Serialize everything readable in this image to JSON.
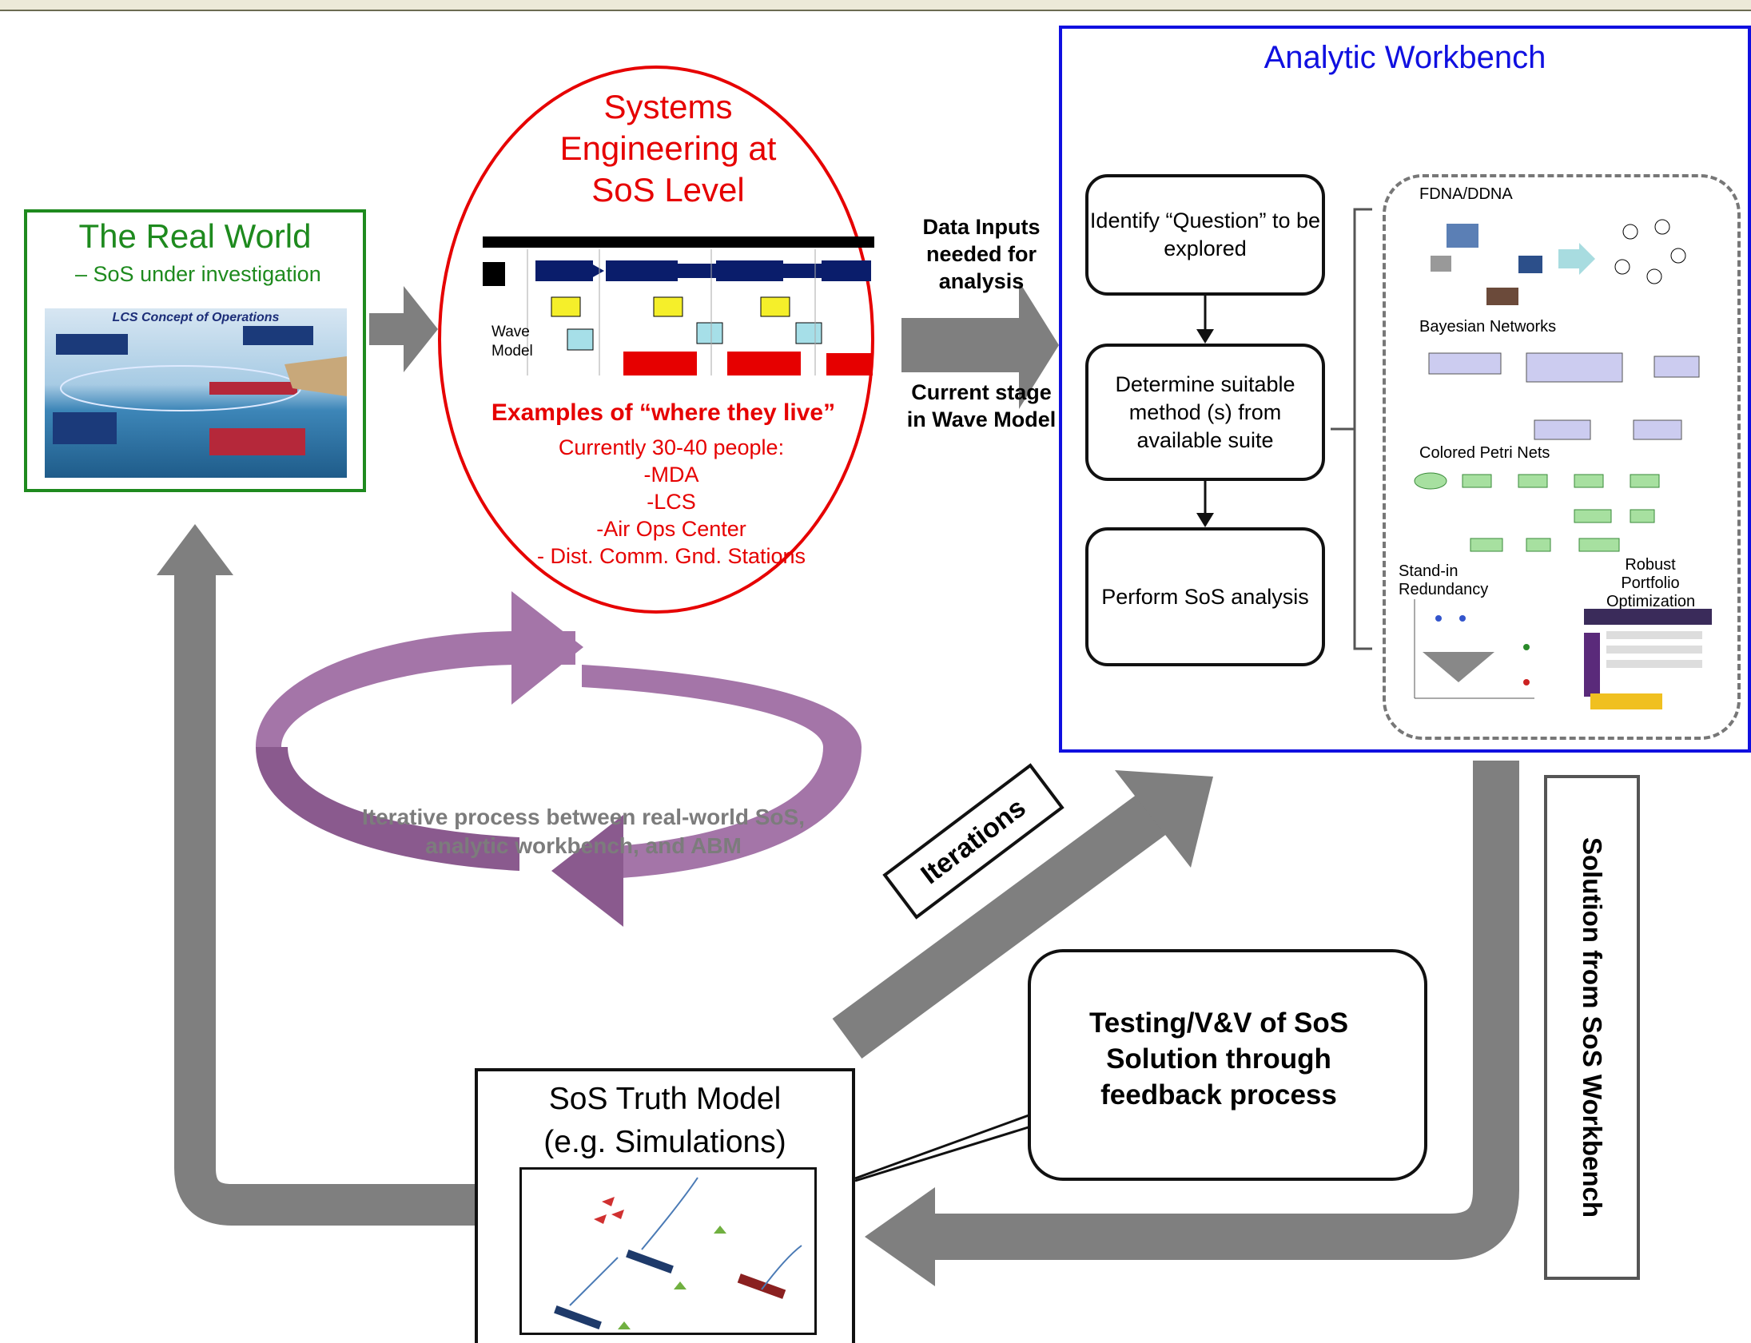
{
  "real_world": {
    "title": "The Real World",
    "subtitle": "SoS under investigation",
    "image_title": "LCS Concept of Operations"
  },
  "systems_engineering": {
    "title_line1": "Systems",
    "title_line2": "Engineering at",
    "title_line3": "SoS Level",
    "wave_model_label": "Wave\nModel",
    "examples": "Examples of “where they live”",
    "people_line1": "Currently 30-40 people:",
    "people_line2": "-MDA",
    "people_line3": "-LCS",
    "people_line4": "-Air Ops Center",
    "people_line5": "- Dist. Comm. Gnd. Stations"
  },
  "data_inputs": "Data Inputs needed for analysis",
  "current_stage": "Current stage in Wave Model",
  "analytic_workbench": {
    "title": "Analytic Workbench",
    "steps": [
      "Identify “Question” to be explored",
      "Determine suitable method (s) from available suite",
      "Perform SoS analysis"
    ],
    "methods": {
      "fdna": "FDNA/DDNA",
      "bayesian": "Bayesian Networks",
      "petri": "Colored Petri Nets",
      "standin": "Stand-in\nRedundancy",
      "robust": "Robust\nPortfolio\nOptimization"
    }
  },
  "iterative_text": "Iterative process between real-world SoS, analytic workbench, and ABM",
  "iterations_label": "Iterations",
  "callout": "Testing/V&V of SoS Solution through feedback process",
  "solution_label": "Solution from SoS Workbench",
  "truth_model": {
    "title_line1": "SoS Truth Model",
    "title_line2": "(e.g. Simulations)"
  },
  "colors": {
    "green": "#1e8a1e",
    "red": "#e60000",
    "blue": "#1010e0",
    "purple": "#9c669e",
    "gray_arrow": "#7f7f7f"
  }
}
